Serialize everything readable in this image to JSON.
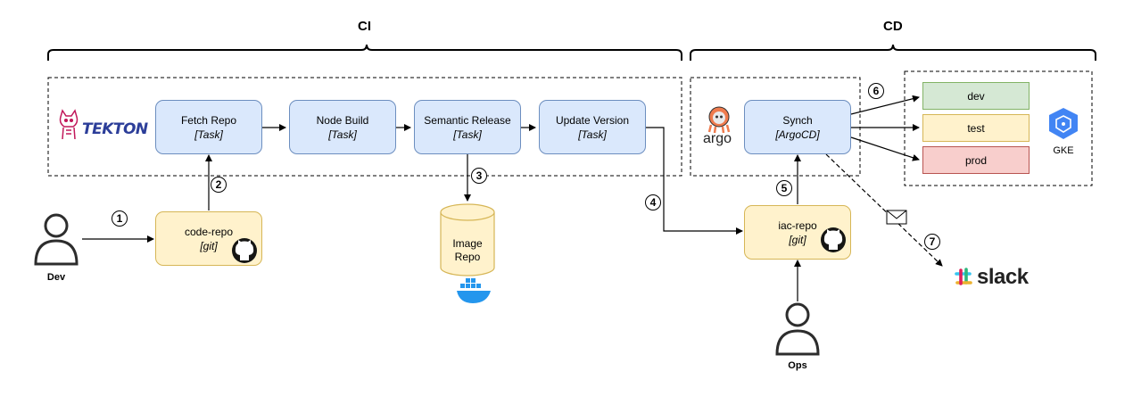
{
  "headings": {
    "ci": "CI",
    "cd": "CD"
  },
  "tasks": [
    {
      "title": "Fetch Repo",
      "sub": "[Task]"
    },
    {
      "title": "Node Build",
      "sub": "[Task]"
    },
    {
      "title": "Semantic Release",
      "sub": "[Task]"
    },
    {
      "title": "Update Version",
      "sub": "[Task]"
    }
  ],
  "synch": {
    "title": "Synch",
    "sub": "[ArgoCD]"
  },
  "code_repo": {
    "title": "code-repo",
    "sub": "[git]"
  },
  "iac_repo": {
    "title": "iac-repo",
    "sub": "[git]"
  },
  "image_repo": {
    "line1": "Image",
    "line2": "Repo"
  },
  "actors": {
    "dev": "Dev",
    "ops": "Ops"
  },
  "envs": {
    "dev": "dev",
    "test": "test",
    "prod": "prod"
  },
  "gke_label": "GKE",
  "logos": {
    "tekton": "TEKTON",
    "argo": "argo",
    "slack": "slack"
  },
  "steps": [
    "1",
    "2",
    "3",
    "4",
    "5",
    "6",
    "7"
  ],
  "icons": [
    "tekton-cat-icon",
    "argo-octopus-icon",
    "github-icon",
    "docker-whale-icon",
    "gke-hexagon-icon",
    "slack-hash-icon",
    "envelope-icon",
    "person-icon"
  ],
  "colors": {
    "task_fill": "#dae8fc",
    "task_border": "#6c8ebf",
    "git_fill": "#fff2cc",
    "git_border": "#d6b656",
    "dev_fill": "#d5e8d4",
    "prod_fill": "#f8cecc",
    "gke_blue": "#4285f4"
  }
}
